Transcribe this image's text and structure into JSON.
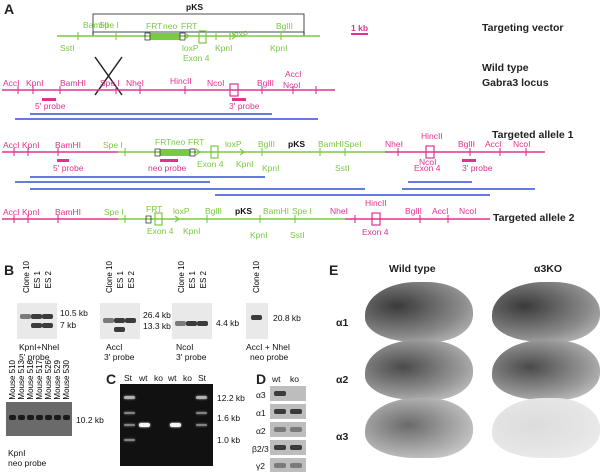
{
  "panels": {
    "A": "A",
    "B": "B",
    "C": "C",
    "D": "D",
    "E": "E"
  },
  "panelA": {
    "row_titles": {
      "targeting_vector": "Targeting vector",
      "wild_type": "Wild type",
      "gabra3_locus": "Gabra3 locus",
      "targeted1": "Targeted allele 1",
      "targeted2": "Targeted allele 2"
    },
    "scale": "1 kb",
    "vector": {
      "pks": "pKS",
      "bamhi": "BamHI",
      "spei": "Spe I",
      "frt1": "FRT",
      "neo": "neo",
      "frt2": "FRT",
      "bglii": "BglII",
      "ssti": "SstI",
      "loxp1": "loxP",
      "loxp2": "loxP",
      "kpni": "KpnI",
      "exon4": "Exon 4",
      "kpni2": "KpnI"
    },
    "wt": {
      "acci": "AccI",
      "kpni": "KpnI",
      "bamhi": "BamHI",
      "spei": "Spe I",
      "nhei": "NheI",
      "hincii": "HincII",
      "ncoi": "NcoI",
      "bglii": "BglII",
      "acci2": "AccI",
      "ncoi2": "NcoI",
      "p5": "5' probe",
      "p3": "3' probe"
    },
    "t1": {
      "acci": "AccI",
      "kpni": "KpnI",
      "bamhi": "BamHI",
      "spei": "Spe I",
      "frt1": "FRT",
      "neo": "neo",
      "frt2": "FRT",
      "loxp": "loxP",
      "bglii": "BglII",
      "pks": "pKS",
      "bamhispei": "BamHISpeI",
      "nhei": "NheI",
      "hincii": "HincII",
      "bglii2": "BglII",
      "acci2": "AccI",
      "ncoi": "NcoI",
      "ncoi2": "NcoI",
      "p5": "5' probe",
      "neop": "neo probe",
      "exon4": "Exon 4",
      "kpni2": "KpnI",
      "kpni3": "KpnI",
      "ssti": "SstI",
      "exon4b": "Exon 4",
      "p3": "3' probe"
    },
    "t2": {
      "acci": "AccI",
      "kpni": "KpnI",
      "bamhi": "BamHI",
      "spei": "Spe I",
      "frt": "FRT",
      "loxp": "loxP",
      "bglii": "BglII",
      "pks": "pKS",
      "bamhi2": "BamHI",
      "spei2": "Spe I",
      "nhei": "NheI",
      "hincii": "HincII",
      "bglii2": "BglII",
      "acci2": "AccI",
      "ncoi": "NcoI",
      "exon4": "Exon 4",
      "kpni2": "KpnI",
      "kpni3": "KpnI",
      "ssti": "SstI",
      "exon4b": "Exon 4"
    }
  },
  "panelB": {
    "blots": [
      {
        "lanes": [
          "Clone 10",
          "ES 1",
          "ES 2"
        ],
        "sizes": [
          "10.5 kb",
          "7 kb"
        ],
        "caption1": "KpnI+NheI",
        "caption2": "5' probe"
      },
      {
        "lanes": [
          "Clone 10",
          "ES 1",
          "ES 2"
        ],
        "sizes": [
          "26.4 kb",
          "13.3 kb"
        ],
        "caption1": "AccI",
        "caption2": "3' probe"
      },
      {
        "lanes": [
          "Clone 10",
          "ES 1",
          "ES 2"
        ],
        "sizes": [
          "4.4 kb"
        ],
        "caption1": "NcoI",
        "caption2": "3' probe"
      },
      {
        "lanes": [
          "Clone 10"
        ],
        "sizes": [
          "20.8 kb"
        ],
        "caption1": "AccI + NheI",
        "caption2": "neo probe"
      }
    ],
    "mouse_lanes": [
      "Mouse 510",
      "Mouse 513",
      "Mouse 516",
      "Mouse 517",
      "Mouse 526",
      "Mouse 529",
      "Mouse 530"
    ],
    "mouse_size": "10.2 kb",
    "mouse_caption1": "KpnI",
    "mouse_caption2": "neo probe"
  },
  "panelC": {
    "lanes": [
      "St",
      "wt",
      "ko",
      "wt",
      "ko",
      "St"
    ],
    "sizes": [
      "12.2 kb",
      "1.6 kb",
      "1.0 kb"
    ]
  },
  "panelD": {
    "cols": [
      "wt",
      "ko"
    ],
    "rows": [
      "α3",
      "α1",
      "α2",
      "β2/3",
      "γ2"
    ]
  },
  "panelE": {
    "cols": [
      "Wild type",
      "α3KO"
    ],
    "rows": [
      "α1",
      "α2",
      "α3"
    ]
  },
  "colors": {
    "green": "#7ac943",
    "pink": "#e0338f",
    "blue": "#3050d8"
  }
}
